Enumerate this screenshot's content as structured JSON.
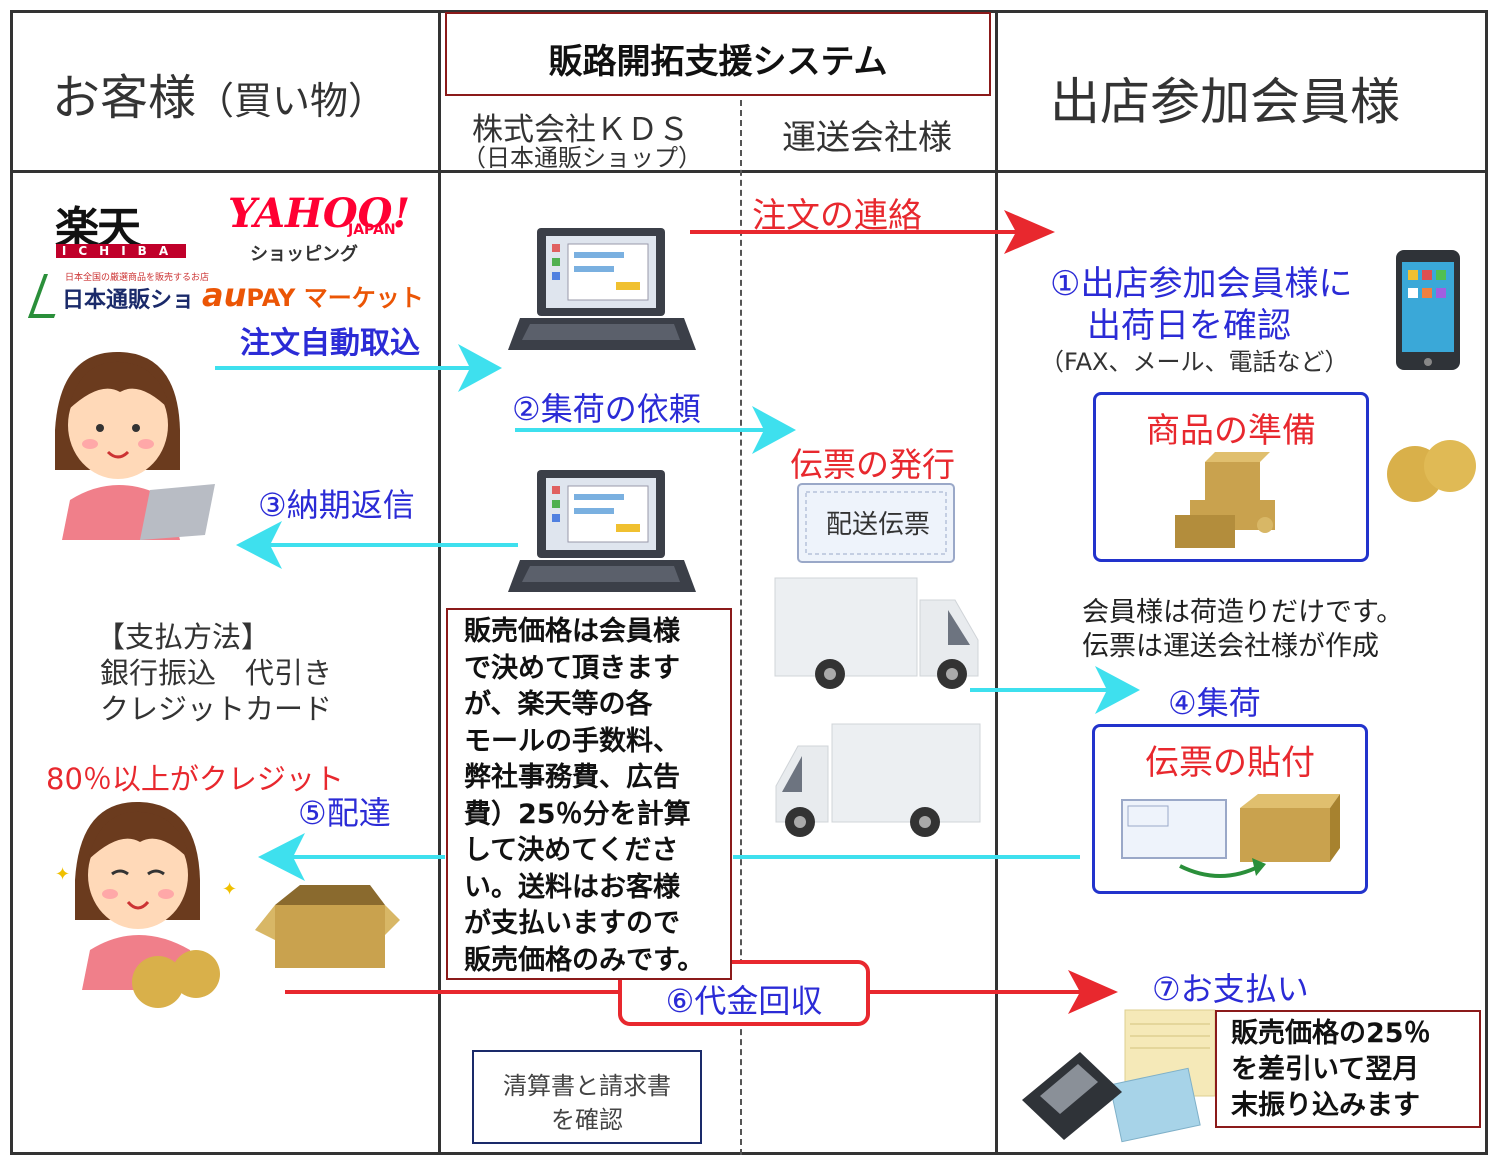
{
  "header": {
    "customer": "お客様",
    "customer_sub": "（買い物）",
    "system_title": "販路開拓支援システム",
    "kds_name": "株式会社ＫＤＳ",
    "kds_sub": "（日本通販ショップ）",
    "carrier": "運送会社様",
    "member": "出店参加会員様"
  },
  "malls": {
    "rakuten": "楽天",
    "rakuten_sub": "ICHIBA",
    "yahoo": "YAHOO!",
    "yahoo_japan": "JAPAN",
    "yahoo_shopping": "ショッピング",
    "nihon_tsuhan_tag": "日本全国の厳選商品を販売するお店",
    "nihon_tsuhan": "日本通販ショップ",
    "au": "au",
    "au_pay": "PAY マーケット",
    "auto_import": "注文自動取込"
  },
  "steps": {
    "order_contact": "注文の連絡",
    "step1_line1": "①出店参加会員様に",
    "step1_line2": "出荷日を確認",
    "step1_note": "（FAX、メール、電話など）",
    "product_prep": "商品の準備",
    "step2": "②集荷の依頼",
    "slip_issue": "伝票の発行",
    "slip_label": "配送伝票",
    "step3": "③納期返信",
    "member_note_line1": "会員様は荷造りだけです。",
    "member_note_line2": "伝票は運送会社様が作成",
    "step4": "④集荷",
    "slip_attach": "伝票の貼付",
    "step5": "⑤配達",
    "credit_note": "80％以上がクレジット",
    "step6": "⑥代金回収",
    "step7": "⑦お支払い"
  },
  "payment": {
    "title": "【支払方法】",
    "line1": "銀行振込　代引き",
    "line2": "クレジットカード"
  },
  "price_note": [
    "販売価格は会員様",
    "で決めて頂きます",
    "が、楽天等の各",
    "モールの手数料、",
    "弊社事務費、広告",
    "費）25％分を計算",
    "して決めてくださ",
    "い。送料はお客様",
    "が支払いますので",
    "販売価格のみです。"
  ],
  "settlement": {
    "line1": "清算書と請求書",
    "line2": "を確認"
  },
  "payout_note": [
    "販売価格の25％",
    "を差引いて翌月",
    "末振り込みます"
  ],
  "colors": {
    "red_arrow": "#e8282e",
    "cyan_arrow": "#3ee0ee",
    "blue_text": "#2b2bd6",
    "box_blue": "#2233cc",
    "note_border": "#8b1a1a"
  }
}
